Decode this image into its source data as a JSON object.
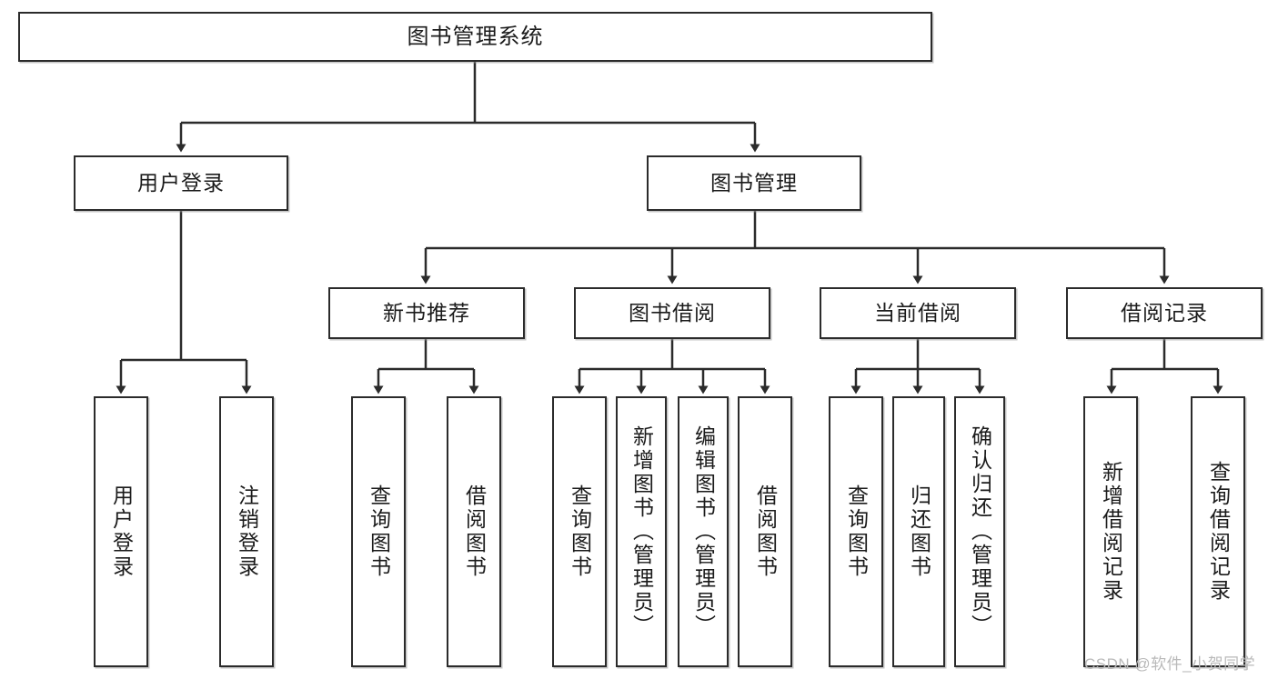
{
  "diagram": {
    "type": "hierarchy-tree",
    "title": "图书管理系统",
    "root": {
      "label": "图书管理系统"
    },
    "level2": [
      {
        "label": "用户登录"
      },
      {
        "label": "图书管理"
      }
    ],
    "level3": [
      {
        "label": "新书推荐"
      },
      {
        "label": "图书借阅"
      },
      {
        "label": "当前借阅"
      },
      {
        "label": "借阅记录"
      }
    ],
    "leaves": {
      "user_login": [
        {
          "label": "用户登录"
        },
        {
          "label": "注销登录"
        }
      ],
      "new_book_recommend": [
        {
          "label": "查询图书"
        },
        {
          "label": "借阅图书"
        }
      ],
      "book_borrow": [
        {
          "label": "查询图书"
        },
        {
          "label": "新增图书（管理员）"
        },
        {
          "label": "编辑图书（管理员）"
        },
        {
          "label": "借阅图书"
        }
      ],
      "current_borrow": [
        {
          "label": "查询图书"
        },
        {
          "label": "归还图书"
        },
        {
          "label": "确认归还（管理员）"
        }
      ],
      "borrow_record": [
        {
          "label": "新增借阅记录"
        },
        {
          "label": "查询借阅记录"
        }
      ]
    }
  },
  "watermark": {
    "text": "CSDN @软件_小贺同学"
  },
  "colors": {
    "border": "#2b2b2b",
    "background": "#ffffff",
    "text": "#1b1b1b",
    "watermark": "#b9b9b9"
  }
}
